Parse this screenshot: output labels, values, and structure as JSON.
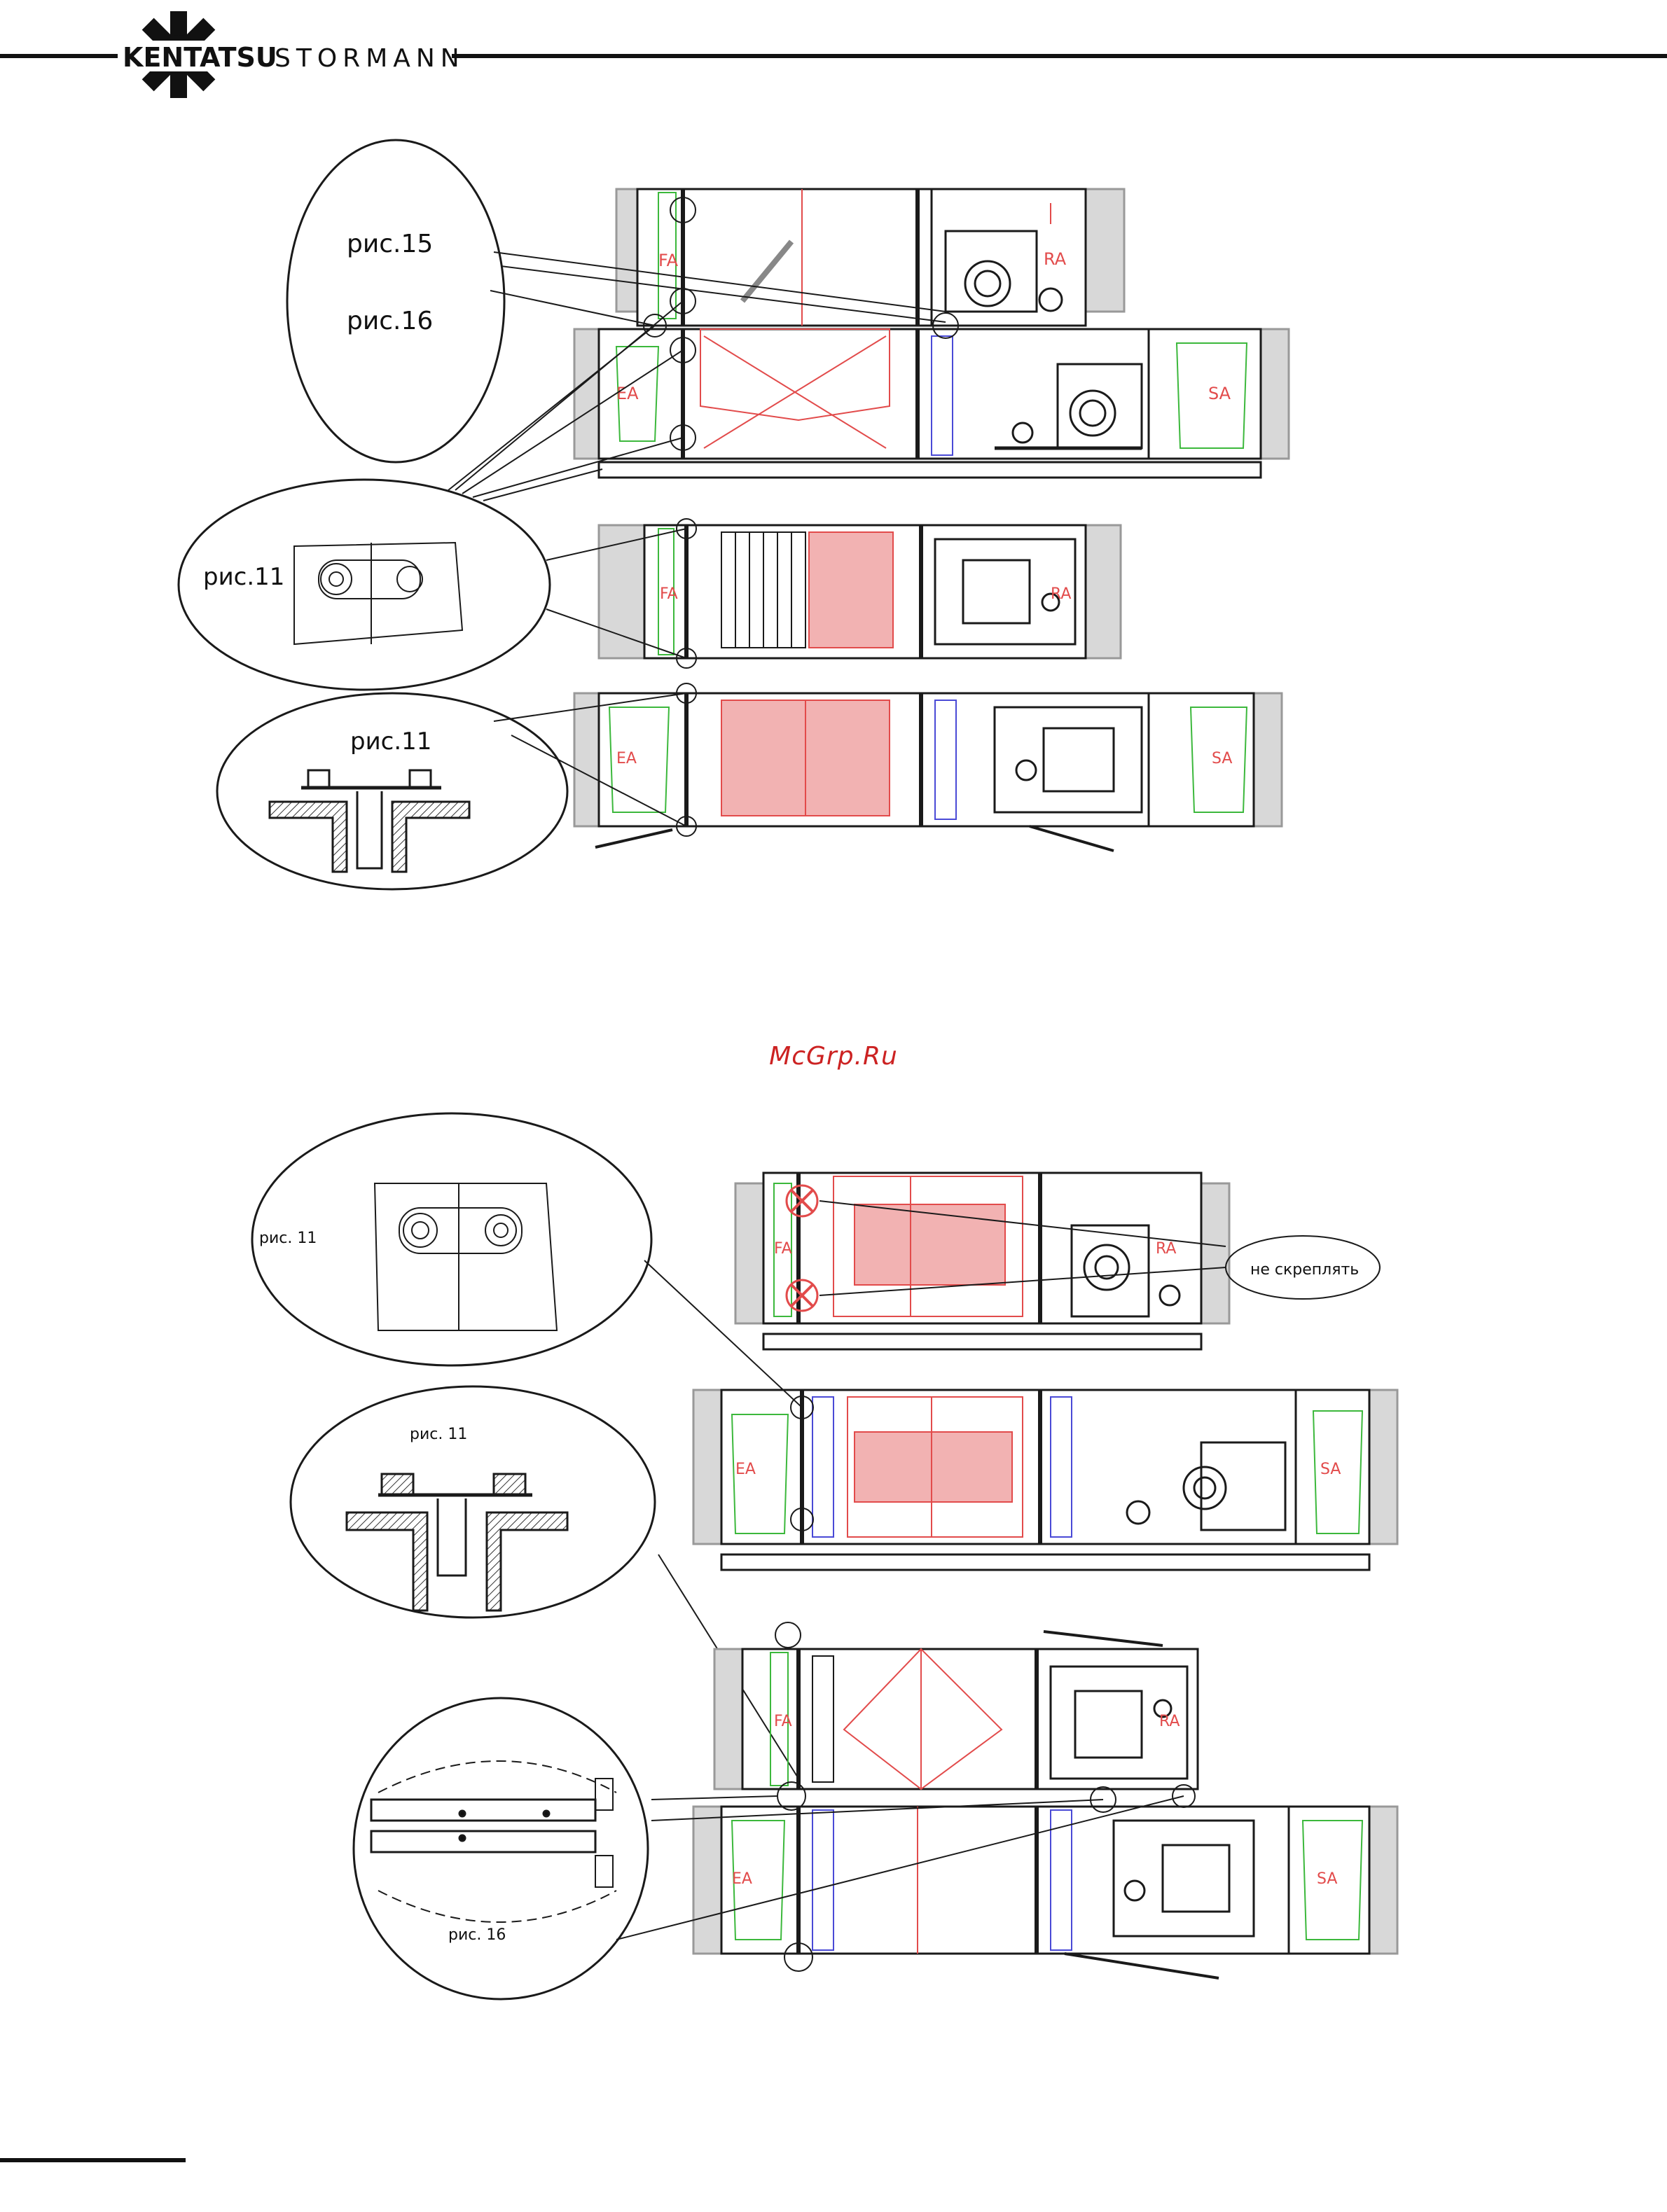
{
  "header": {
    "brand_left": "KENTATSU",
    "brand_right": "STORMANN"
  },
  "watermark": "McGrp.Ru",
  "figure_top": {
    "callout_oval_labels": [
      "рис.15",
      "рис.16"
    ],
    "callout_flange_label": "рис.11",
    "callout_section_label": "рис.11",
    "unit_labels": {
      "fa": "FA",
      "ra": "RA",
      "ea": "EA",
      "sa": "SA"
    }
  },
  "figure_bottom": {
    "callout_flange_label": "рис. 11",
    "callout_section_label": "рис. 11",
    "callout_profile_label": "рис. 16",
    "note_label": "не скреплять",
    "unit_labels": {
      "fa": "FA",
      "ra": "RA",
      "ea": "EA",
      "sa": "SA"
    }
  },
  "colors": {
    "line": "#1a1a1a",
    "red": "#e24b4b",
    "green": "#3cb83c",
    "blue": "#4a4ad6",
    "panel_grey": "#d8d8d8"
  }
}
